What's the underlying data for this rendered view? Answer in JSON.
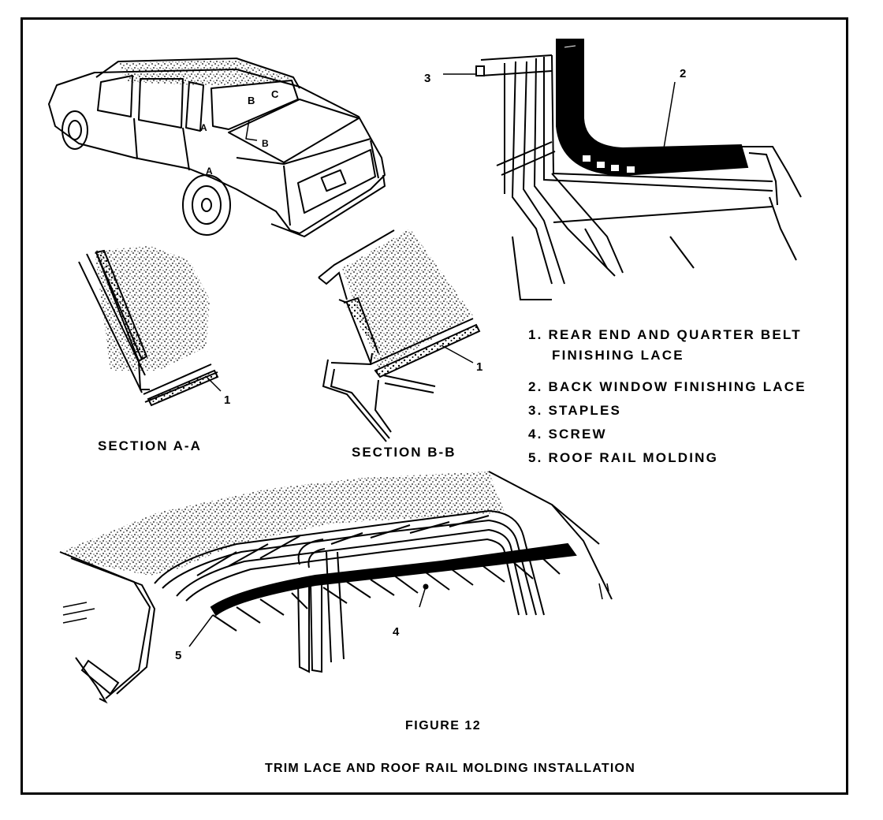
{
  "figure": {
    "label": "FIGURE 12",
    "caption": "TRIM LACE AND ROOF RAIL MOLDING INSTALLATION"
  },
  "sections": {
    "a": "SECTION A-A",
    "b": "SECTION B-B"
  },
  "car_view_labels": {
    "a1": "A",
    "a2": "A",
    "b1": "B",
    "b2": "B",
    "c": "C"
  },
  "callouts": {
    "section_a_part": "1",
    "section_b_part": "1",
    "staples": "3",
    "back_window_lace": "2",
    "screw": "4",
    "roof_rail_molding": "5"
  },
  "legend": {
    "item1_line1": "1. REAR END AND QUARTER BELT",
    "item1_line2": "FINISHING LACE",
    "item2": "2. BACK WINDOW FINISHING LACE",
    "item3": "3. STAPLES",
    "item4": "4. SCREW",
    "item5": "5. ROOF RAIL MOLDING"
  },
  "colors": {
    "ink": "#000000",
    "paper": "#ffffff"
  }
}
